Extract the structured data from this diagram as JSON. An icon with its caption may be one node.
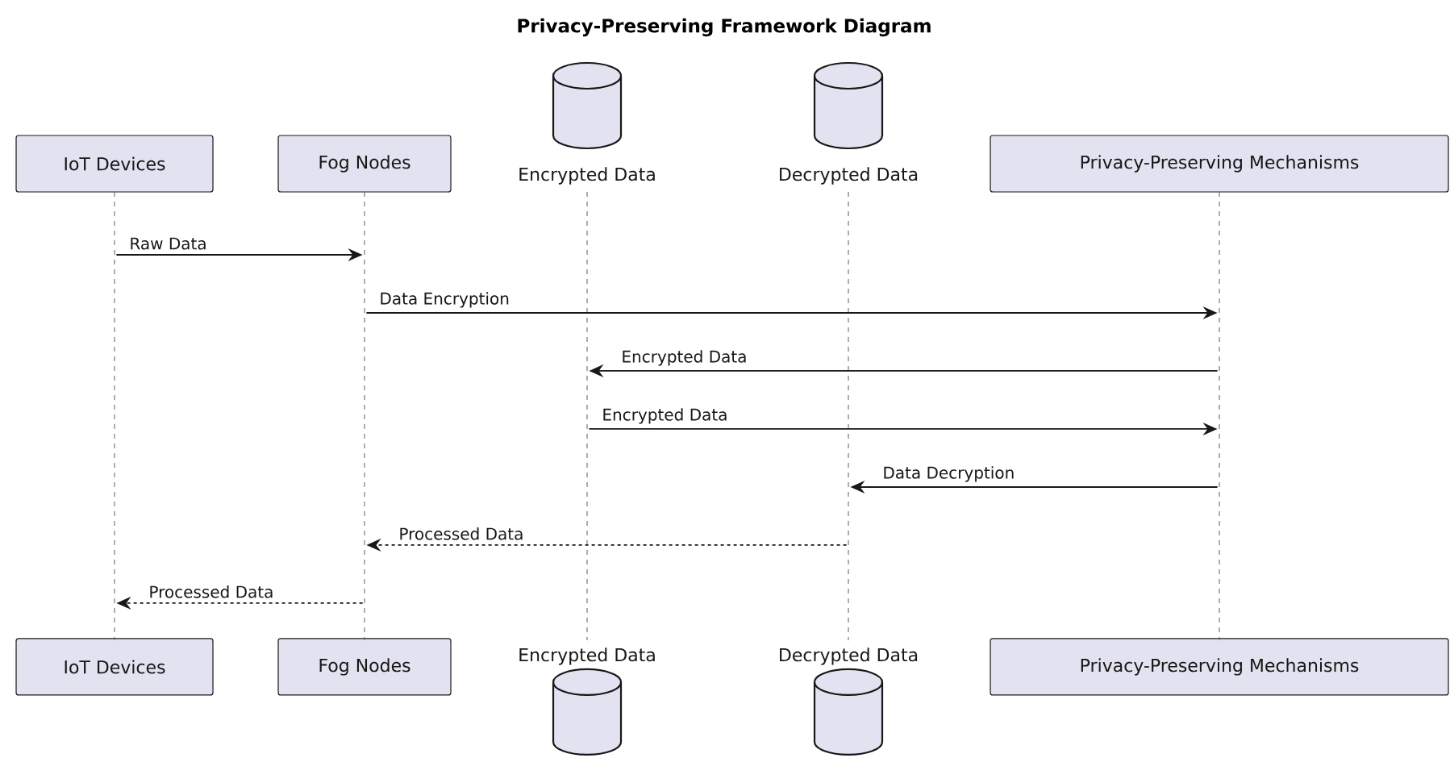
{
  "diagram": {
    "title": "Privacy-Preserving Framework Diagram",
    "nodes": [
      {
        "text": [
          "IoT Devices"
        ]
      },
      {
        "text": [
          "Fog Nodes"
        ]
      },
      {
        "text": [
          "Encrypted Data"
        ]
      },
      {
        "text": [
          "Decrypted Data"
        ]
      },
      {
        "text": [
          "Privacy-Preserving Mechanisms"
        ]
      },
      {
        "text": [
          "IoT Devices"
        ]
      },
      {
        "text": [
          "Fog Nodes"
        ]
      },
      {
        "text": [
          "Encrypted Data"
        ]
      },
      {
        "text": [
          "Decrypted Data"
        ]
      },
      {
        "text": [
          "Privacy-Preserving Mechanisms"
        ]
      },
      {
        "text": [],
        "shape": "line"
      },
      {
        "text": [],
        "shape": "line"
      },
      {
        "text": [],
        "shape": "line"
      },
      {
        "text": [],
        "shape": "line"
      },
      {
        "text": [],
        "shape": "line"
      }
    ],
    "edges": [
      {
        "from": 10,
        "to": 11,
        "arrow": "to",
        "label": "Raw Data"
      },
      {
        "from": 11,
        "to": 14,
        "arrow": "to",
        "label": "Data Encryption"
      },
      {
        "from": 14,
        "to": 12,
        "arrow": "to",
        "label": "Encrypted Data"
      },
      {
        "from": 12,
        "to": 14,
        "arrow": "to",
        "label": "Encrypted Data"
      },
      {
        "from": 14,
        "to": 13,
        "arrow": "to",
        "label": "Data Decryption"
      },
      {
        "from": 13,
        "to": 11,
        "arrow": "to",
        "label": "Processed Data",
        "style": "dashed"
      },
      {
        "from": 11,
        "to": 10,
        "arrow": "to",
        "label": "Processed Data",
        "style": "dashed"
      }
    ]
  }
}
